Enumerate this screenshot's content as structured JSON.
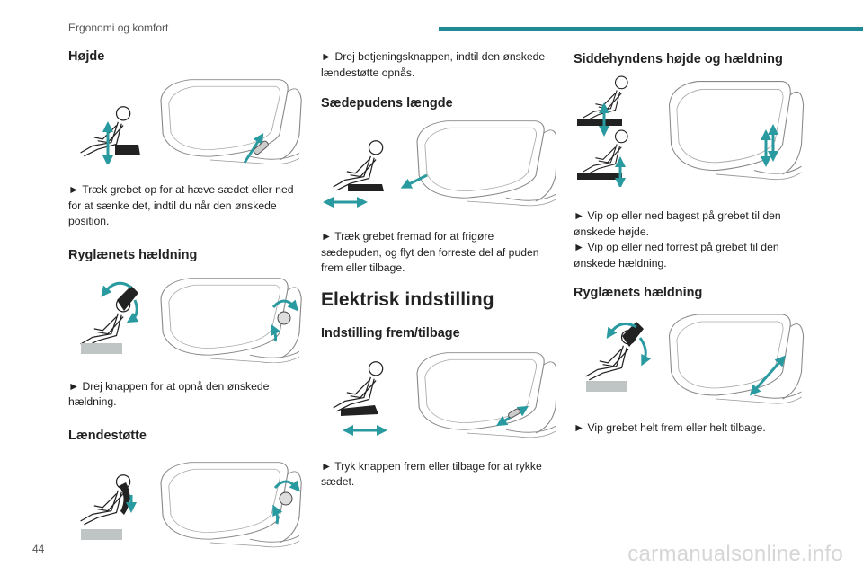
{
  "header": {
    "section": "Ergonomi og komfort"
  },
  "page_number": "44",
  "watermark": "carmanualsonline.info",
  "colors": {
    "accent": "#1f8a93",
    "icon_fill": "#bfc5c4",
    "arrow": "#2a9aa1"
  },
  "col1": {
    "h_hojde": "Højde",
    "p_hojde": "► Træk grebet op for at hæve sædet eller ned for at sænke det, indtil du når den ønskede position.",
    "h_ryg": "Ryglænets hældning",
    "p_ryg": "► Drej knappen for at opnå den ønskede hældning.",
    "h_laend": "Lændestøtte"
  },
  "col2": {
    "p_laend": "► Drej betjeningsknappen, indtil den ønskede lændestøtte opnås.",
    "h_laengde": "Sædepudens længde",
    "p_laengde": "► Træk grebet fremad for at frigøre sædepuden, og flyt den forreste del af puden frem eller tilbage.",
    "h_elektrisk": "Elektrisk indstilling",
    "h_frem": "Indstilling frem/tilbage",
    "p_frem": "► Tryk knappen frem eller tilbage for at rykke sædet."
  },
  "col3": {
    "h_sidde": "Siddehyndens højde og hældning",
    "p_sidde_1": "► Vip op eller ned bagest på grebet til den ønskede højde.",
    "p_sidde_2": "► Vip op eller ned forrest på grebet til den ønskede hældning.",
    "h_ryg": "Ryglænets hældning",
    "p_ryg": "► Vip grebet helt frem eller helt tilbage."
  }
}
